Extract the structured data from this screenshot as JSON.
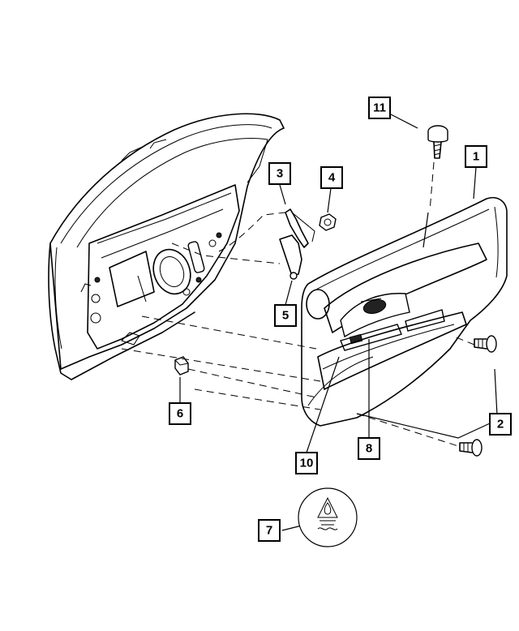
{
  "callouts": [
    {
      "id": "c1",
      "label": "1"
    },
    {
      "id": "c2",
      "label": "2"
    },
    {
      "id": "c3",
      "label": "3"
    },
    {
      "id": "c4",
      "label": "4"
    },
    {
      "id": "c5",
      "label": "5"
    },
    {
      "id": "c6",
      "label": "6"
    },
    {
      "id": "c7",
      "label": "7"
    },
    {
      "id": "c8",
      "label": "8"
    },
    {
      "id": "c10",
      "label": "10"
    },
    {
      "id": "c11",
      "label": "11"
    }
  ],
  "symbol_icon": "flame-triangle-emission-icon"
}
